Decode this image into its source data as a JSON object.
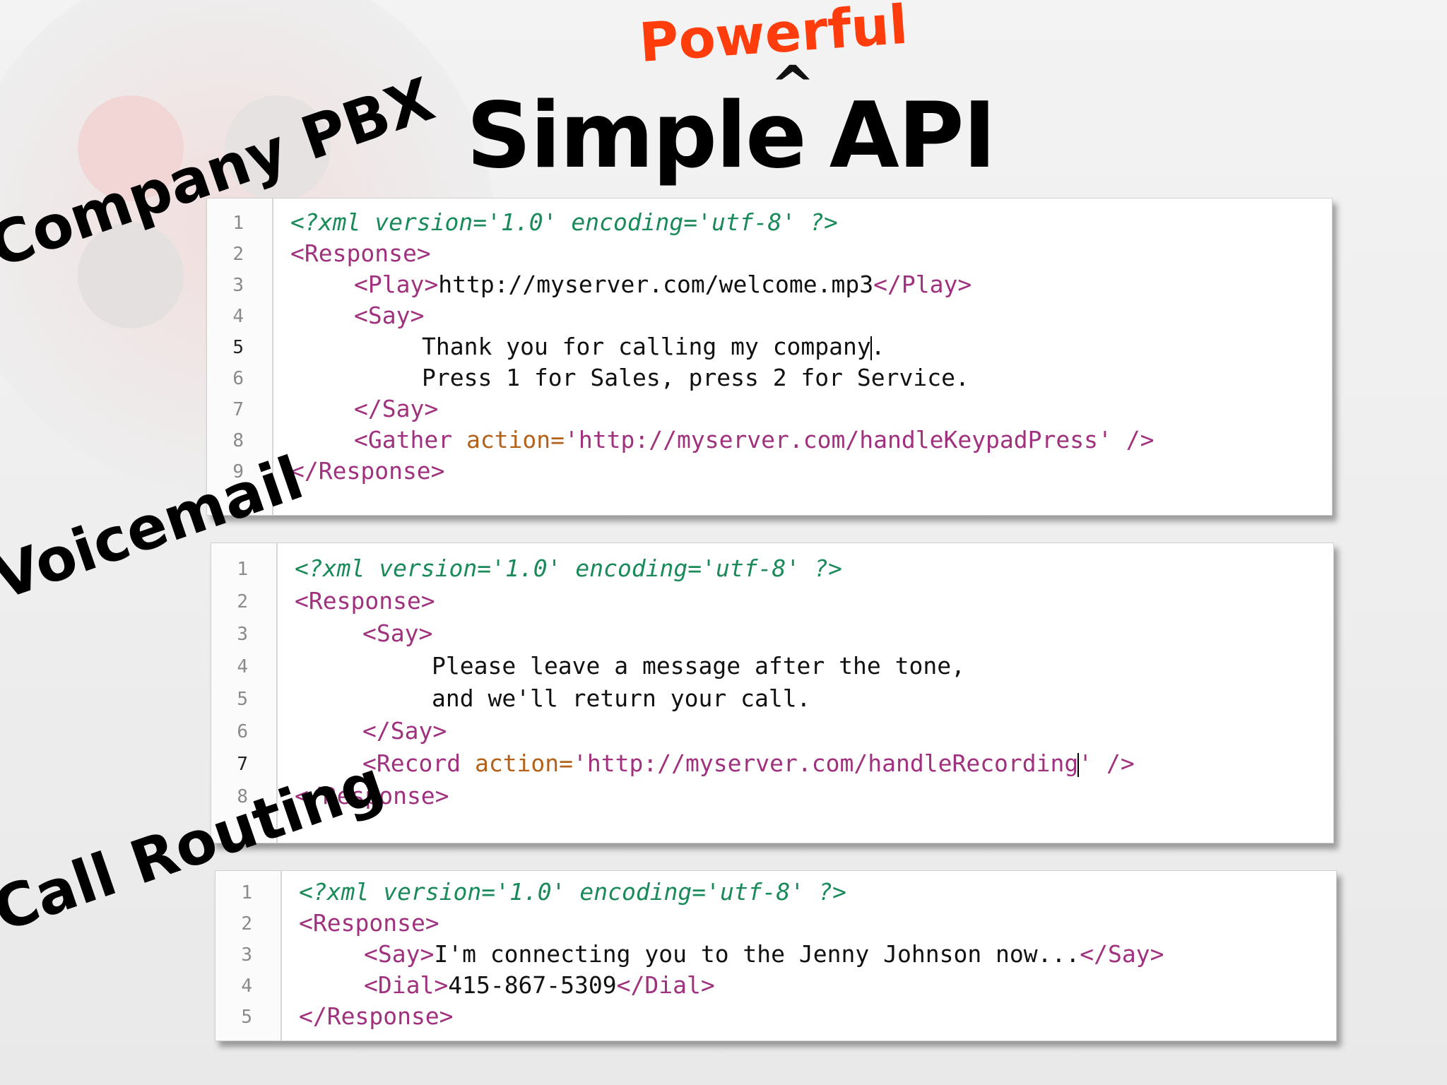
{
  "title": {
    "main_left": "Simple",
    "main_right": "API",
    "insert_word": "Powerful",
    "caret": "^"
  },
  "labels": {
    "company_pbx": "Company PBX",
    "voicemail": "Voicemail",
    "call_routing": "Call Routing"
  },
  "snippet1": {
    "lines": [
      "1",
      "2",
      "3",
      "4",
      "5",
      "6",
      "7",
      "8",
      "9"
    ],
    "l1_pi": "<?xml version='1.0' encoding='utf-8' ?>",
    "l2_tag": "<Response>",
    "l3_open": "<Play>",
    "l3_text": "http://myserver.com/welcome.mp3",
    "l3_close": "</Play>",
    "l4_tag": "<Say>",
    "l5_text_a": "Thank you for calling my company",
    "l5_text_b": ".",
    "l6_text": "Press 1 for Sales, press 2 for Service.",
    "l7_tag": "</Say>",
    "l8_open": "<Gather",
    "l8_attr": "action=",
    "l8_val": "'http://myserver.com/handleKeypadPress'",
    "l8_close": "/>",
    "l9_tag": "</Response>"
  },
  "snippet2": {
    "lines": [
      "1",
      "2",
      "3",
      "4",
      "5",
      "6",
      "7",
      "8"
    ],
    "l1_pi": "<?xml version='1.0' encoding='utf-8' ?>",
    "l2_tag": "<Response>",
    "l3_tag": "<Say>",
    "l4_text": "Please leave a message after the tone,",
    "l5_text": "and we'll return your call.",
    "l6_tag": "</Say>",
    "l7_open": "<Record",
    "l7_attr": "action=",
    "l7_val_a": "'http://myserver.com/handleRecording",
    "l7_val_b": "'",
    "l7_close": "/>",
    "l8_tag": "</Response>"
  },
  "snippet3": {
    "lines": [
      "1",
      "2",
      "3",
      "4",
      "5"
    ],
    "l1_pi": "<?xml version='1.0' encoding='utf-8' ?>",
    "l2_tag": "<Response>",
    "l3_open": "<Say>",
    "l3_text": "I'm connecting you to the Jenny Johnson now...",
    "l3_close": "</Say>",
    "l4_open": "<Dial>",
    "l4_text": "415-867-5309",
    "l4_close": "</Dial>",
    "l5_tag": "</Response>"
  },
  "colors": {
    "accent": "#ff3c0c",
    "tag": "#a0317e",
    "attr": "#b2621b",
    "pi": "#1a8a5a"
  }
}
